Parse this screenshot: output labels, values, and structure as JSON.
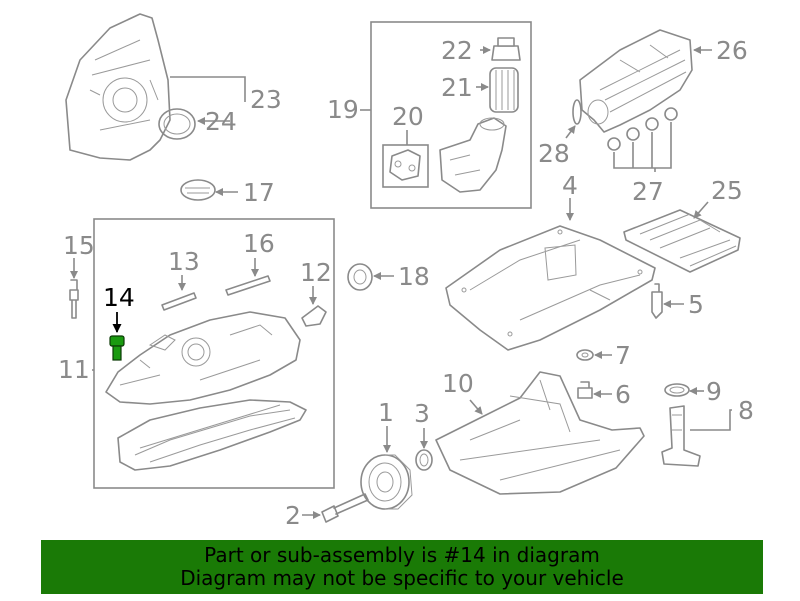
{
  "callouts": {
    "c1": "1",
    "c2": "2",
    "c3": "3",
    "c4": "4",
    "c5": "5",
    "c6": "6",
    "c7": "7",
    "c8": "8",
    "c9": "9",
    "c10": "10",
    "c11": "11",
    "c12": "12",
    "c13": "13",
    "c14": "14",
    "c15": "15",
    "c16": "16",
    "c17": "17",
    "c18": "18",
    "c19": "19",
    "c20": "20",
    "c21": "21",
    "c22": "22",
    "c23": "23",
    "c24": "24",
    "c25": "25",
    "c26": "26",
    "c27": "27",
    "c28": "28"
  },
  "highlighted_part": "14",
  "colors": {
    "highlight_part": "#1a9a10",
    "banner_bg": "#1a7a06",
    "line": "#8a8a8a"
  },
  "banner": {
    "line1": "Part or sub-assembly is #14 in diagram",
    "line2": "Diagram may not be specific to your vehicle"
  }
}
